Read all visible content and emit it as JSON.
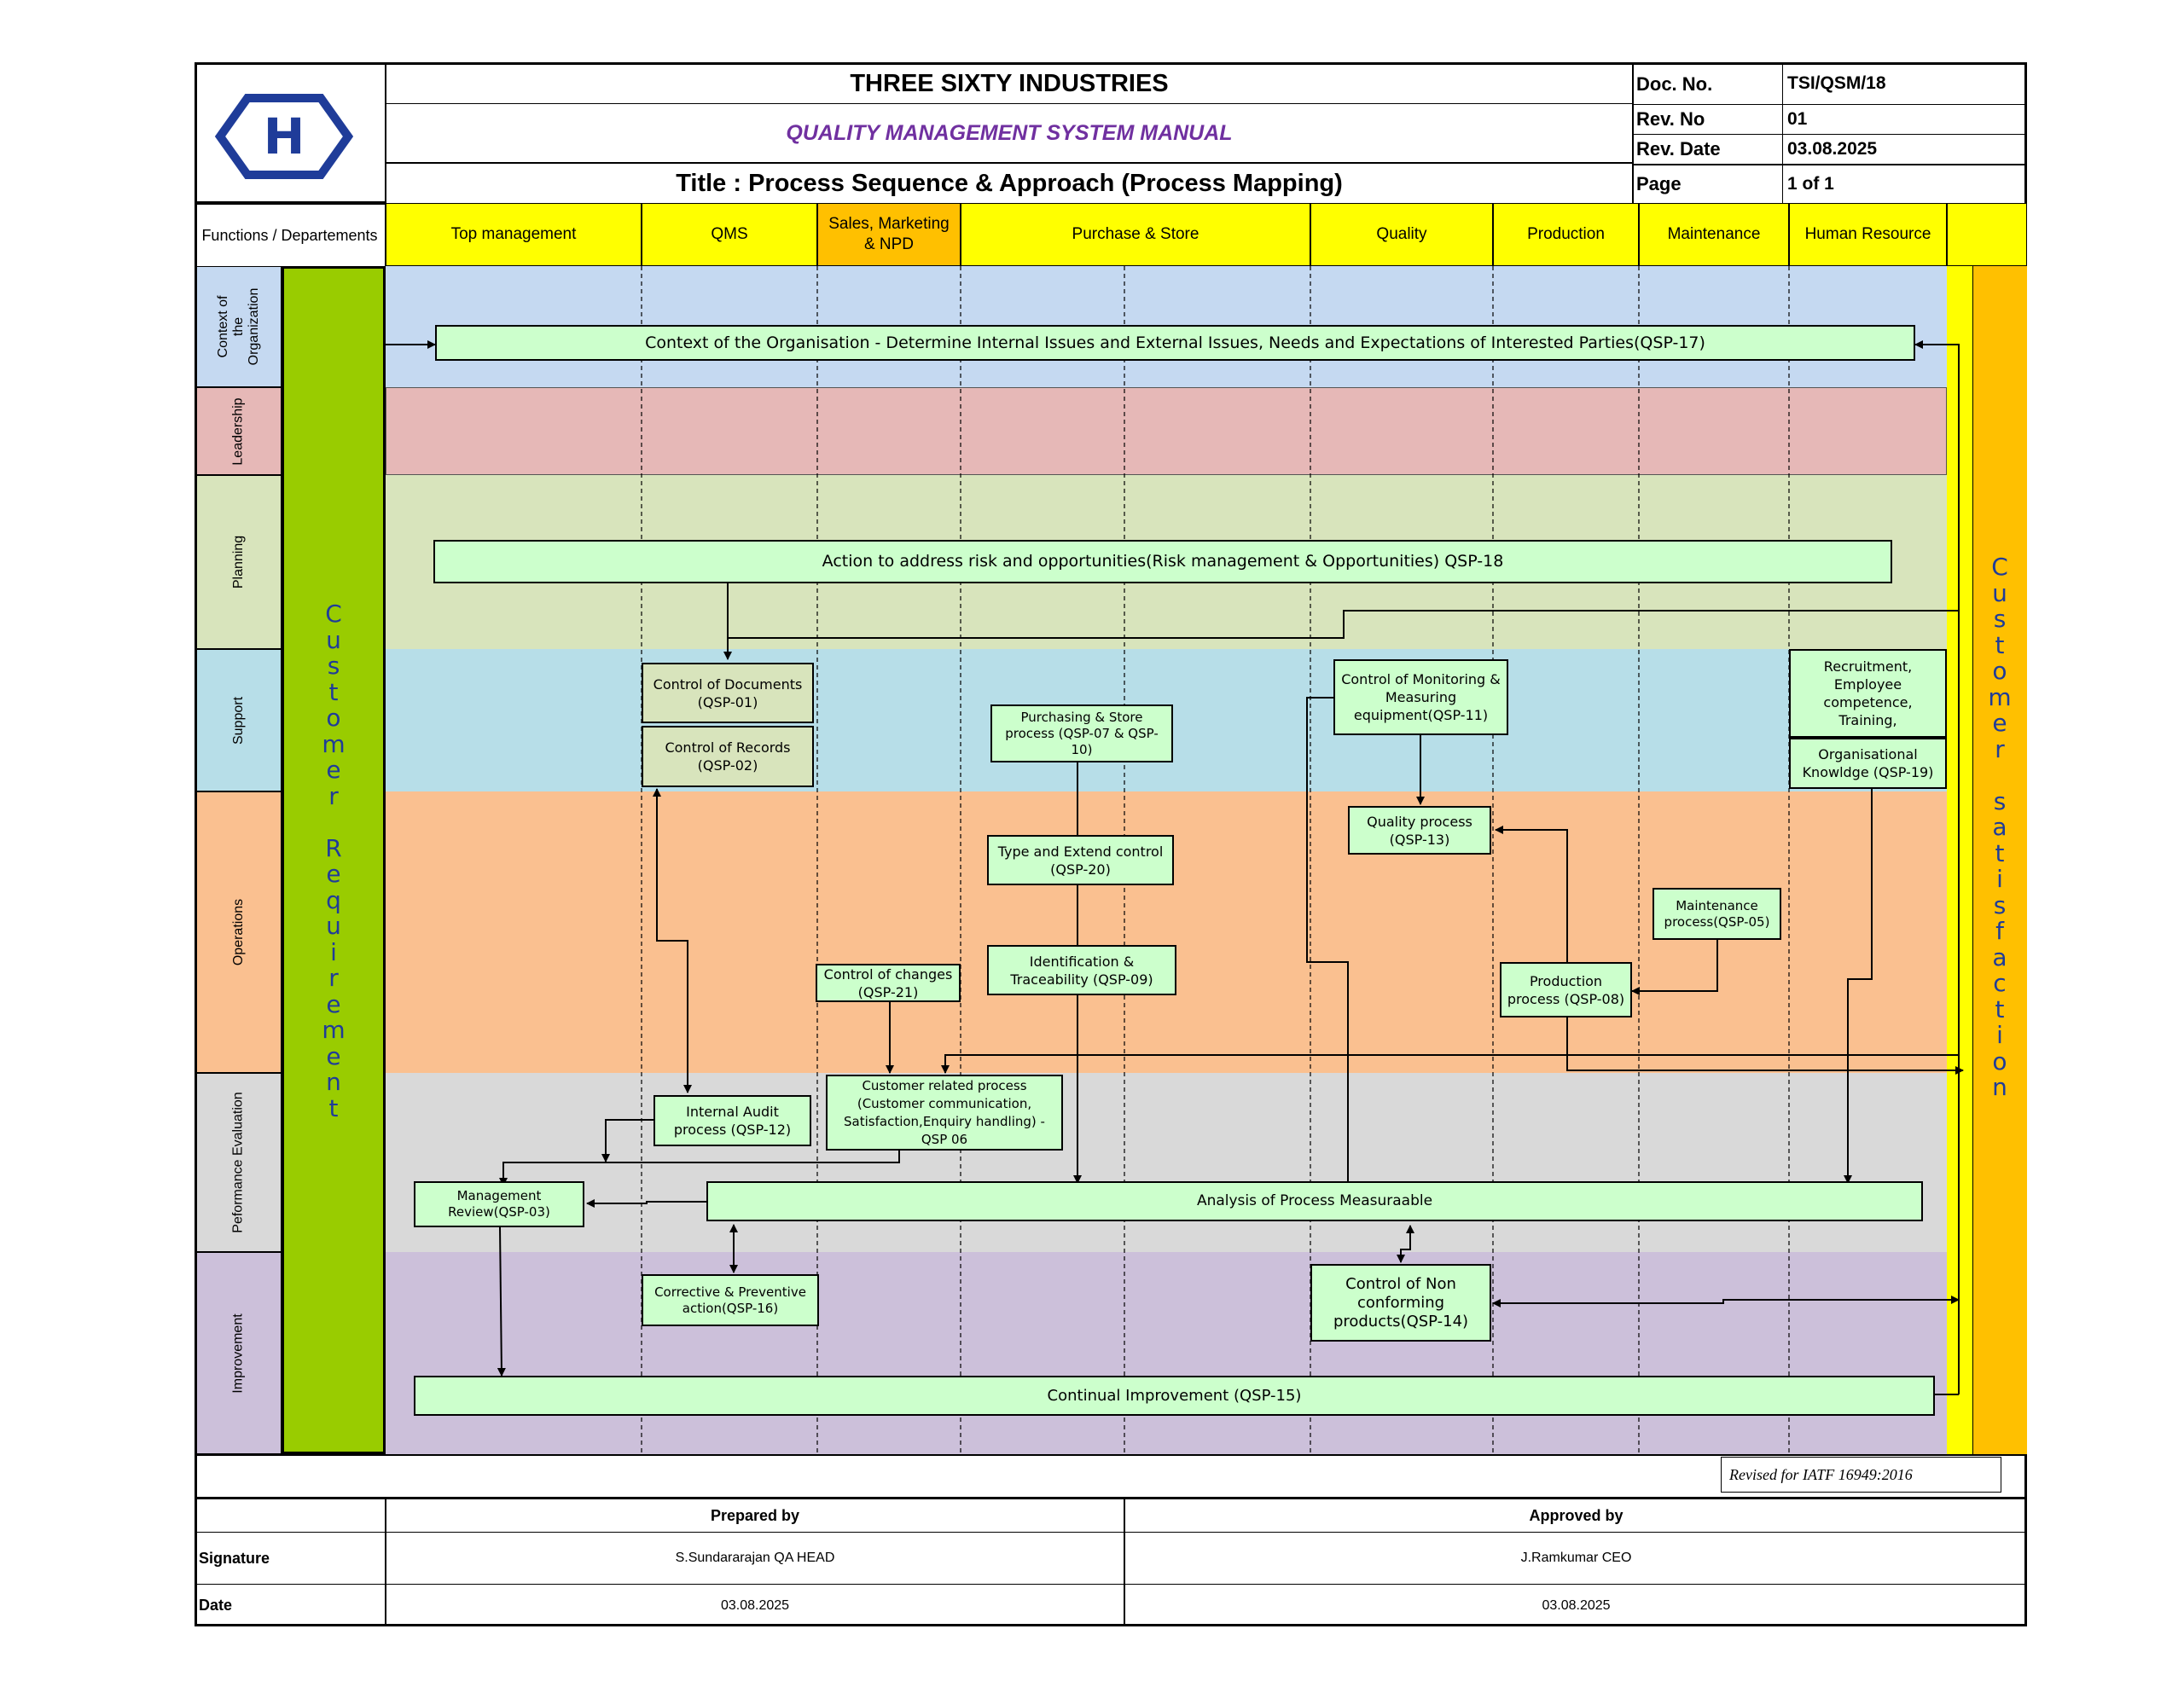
{
  "header": {
    "company": "THREE SIXTY INDUSTRIES",
    "manual": "QUALITY MANAGEMENT SYSTEM MANUAL",
    "title": "Title : Process Sequence & Approach (Process Mapping)",
    "logo_letter": "H",
    "meta": [
      {
        "label": "Doc. No.",
        "value": "TSI/QSM/18"
      },
      {
        "label": "Rev. No",
        "value": "01"
      },
      {
        "label": "Rev. Date",
        "value": "03.08.2025"
      },
      {
        "label": "Page",
        "value": "1 of 1"
      }
    ]
  },
  "functions_label": "Functions / Departements",
  "columns": [
    "Top management",
    "QMS",
    "Sales, Marketing & NPD",
    "Purchase & Store",
    "Quality",
    "Production",
    "Maintenance",
    "Human Resource"
  ],
  "rows": [
    "Context of the Organization",
    "Leadership",
    "Planning",
    "Support",
    "Operations",
    "Peformance Evaluation",
    "Improvement"
  ],
  "side": {
    "left": "Customer Requirement",
    "right": "Customer satisfaction"
  },
  "boxes": {
    "context": "Context of the Organisation - Determine Internal Issues and External Issues, Needs and Expectations of Interested Parties(QSP-17)",
    "risk": "Action to address risk and opportunities(Risk management & Opportunities) QSP-18",
    "documents": "Control of Documents (QSP-01)",
    "records": "Control of Records (QSP-02)",
    "purchasing": "Purchasing & Store process (QSP-07 & QSP-10)",
    "monitoring": "Control of Monitoring & Measuring equipment(QSP-11)",
    "recruitment": "Recruitment, Employee competence, Training,",
    "org_knowledge": "Organisational Knowldge (QSP-19)",
    "quality_process": "Quality process (QSP-13)",
    "type_extend": "Type and Extend control (QSP-20)",
    "maintenance": "Maintenance process(QSP-05)",
    "identification": "Identification & Traceability (QSP-09)",
    "changes": "Control of changes (QSP-21)",
    "production": "Production process (QSP-08)",
    "internal_audit": "Internal Audit process (QSP-12)",
    "customer": "Customer related process (Customer communication, Satisfaction,Enquiry handling) - QSP 06",
    "mgmt_review": "Management Review(QSP-03)",
    "analysis": "Analysis of Process Measuraable",
    "corrective": "Corrective & Preventive action(QSP-16)",
    "nonconforming": "Control of Non conforming products(QSP-14)",
    "continual": "Continual Improvement (QSP-15)"
  },
  "revised_note": "Revised for IATF 16949:2016",
  "footer": {
    "prepared_by": "Prepared by",
    "approved_by": "Approved by",
    "signature_label": "Signature",
    "date_label": "Date",
    "prepared_name": "S.Sundararajan QA HEAD",
    "approved_name": "J.Ramkumar CEO",
    "prepared_date": "03.08.2025",
    "approved_date": "03.08.2025"
  },
  "colors": {
    "header_yellow": "#ffff00",
    "sales_orange": "#ffc000",
    "requirement_green": "#99cc00",
    "satisfaction_orange": "#ffc000",
    "box_green": "#ccffcc",
    "manual_purple": "#7030a0",
    "logo_blue": "#1f3c99"
  }
}
